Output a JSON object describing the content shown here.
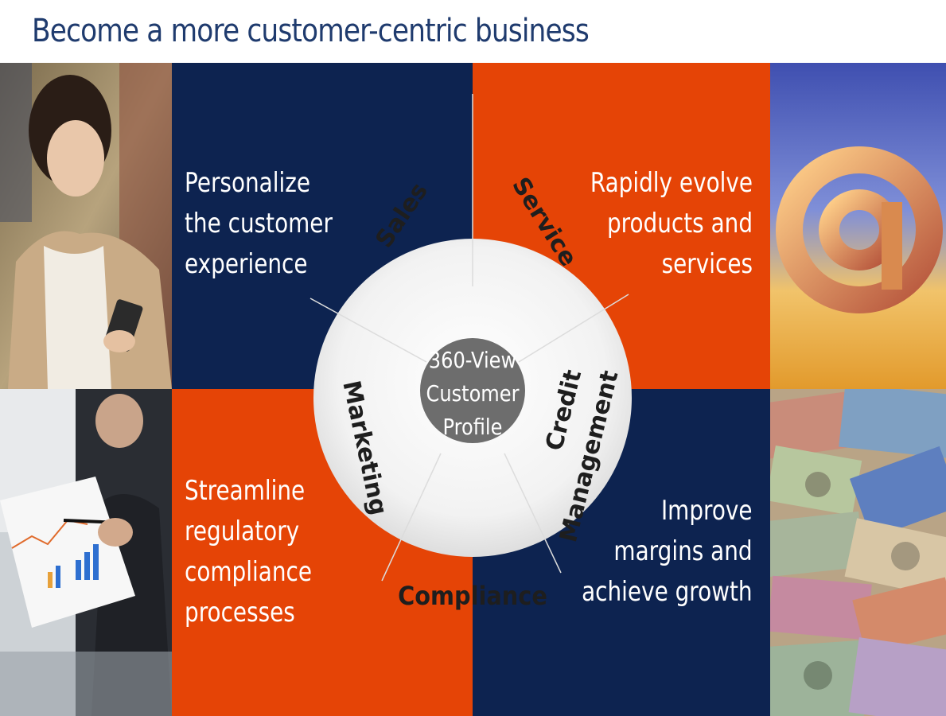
{
  "title": "Become a more customer-centric business",
  "center": {
    "lines": [
      "360-View",
      "Customer",
      "Profile"
    ]
  },
  "segments": {
    "sales": "Sales",
    "service": "Service",
    "credit": [
      "Credit",
      "Management"
    ],
    "compliance": "Compliance",
    "marketing": "Marketing"
  },
  "captions": {
    "top_left": [
      "Personalize",
      "the customer",
      "experience"
    ],
    "top_right": [
      "Rapidly evolve",
      "products and",
      "services"
    ],
    "bottom_left": [
      "Streamline",
      "regulatory",
      "compliance",
      "processes"
    ],
    "bottom_right": [
      "Improve",
      "margins and",
      "achieve growth"
    ]
  },
  "colors": {
    "navy": "#0d2350",
    "orange": "#e54406",
    "circle": "#f0f0f0",
    "center": "#6d6d6d",
    "title": "#1f3b6e"
  },
  "photos": [
    "woman-with-tablet-photo",
    "email-at-symbol-photo",
    "business-charts-photo",
    "world-currency-photo"
  ]
}
